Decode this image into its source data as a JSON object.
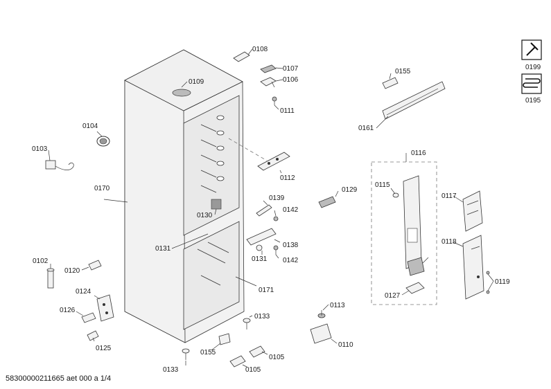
{
  "labels": {
    "p0108": "0108",
    "p0107": "0107",
    "p0106": "0106",
    "p0109": "0109",
    "p0111": "0111",
    "p0104": "0104",
    "p0103": "0103",
    "p0170": "0170",
    "p0112": "0112",
    "p0139": "0139",
    "p0142a": "0142",
    "p0130": "0130",
    "p0131a": "0131",
    "p0138": "0138",
    "p0131b": "0131",
    "p0142b": "0142",
    "p0102": "0102",
    "p0120": "0120",
    "p0124": "0124",
    "p0126": "0126",
    "p0125": "0125",
    "p0171": "0171",
    "p0133a": "0133",
    "p0155a": "0155",
    "p0105a": "0105",
    "p0133b": "0133",
    "p0105b": "0105",
    "p0155b": "0155",
    "p0161": "0161",
    "p0116": "0116",
    "p0115": "0115",
    "p0129": "0129",
    "p0117": "0117",
    "p0118": "0118",
    "p0119": "0119",
    "p0127": "0127",
    "p0113": "0113",
    "p0110": "0110",
    "p0199": "0199",
    "p0195": "0195"
  },
  "footer": "58300000211665 aet 000 a 1/4"
}
